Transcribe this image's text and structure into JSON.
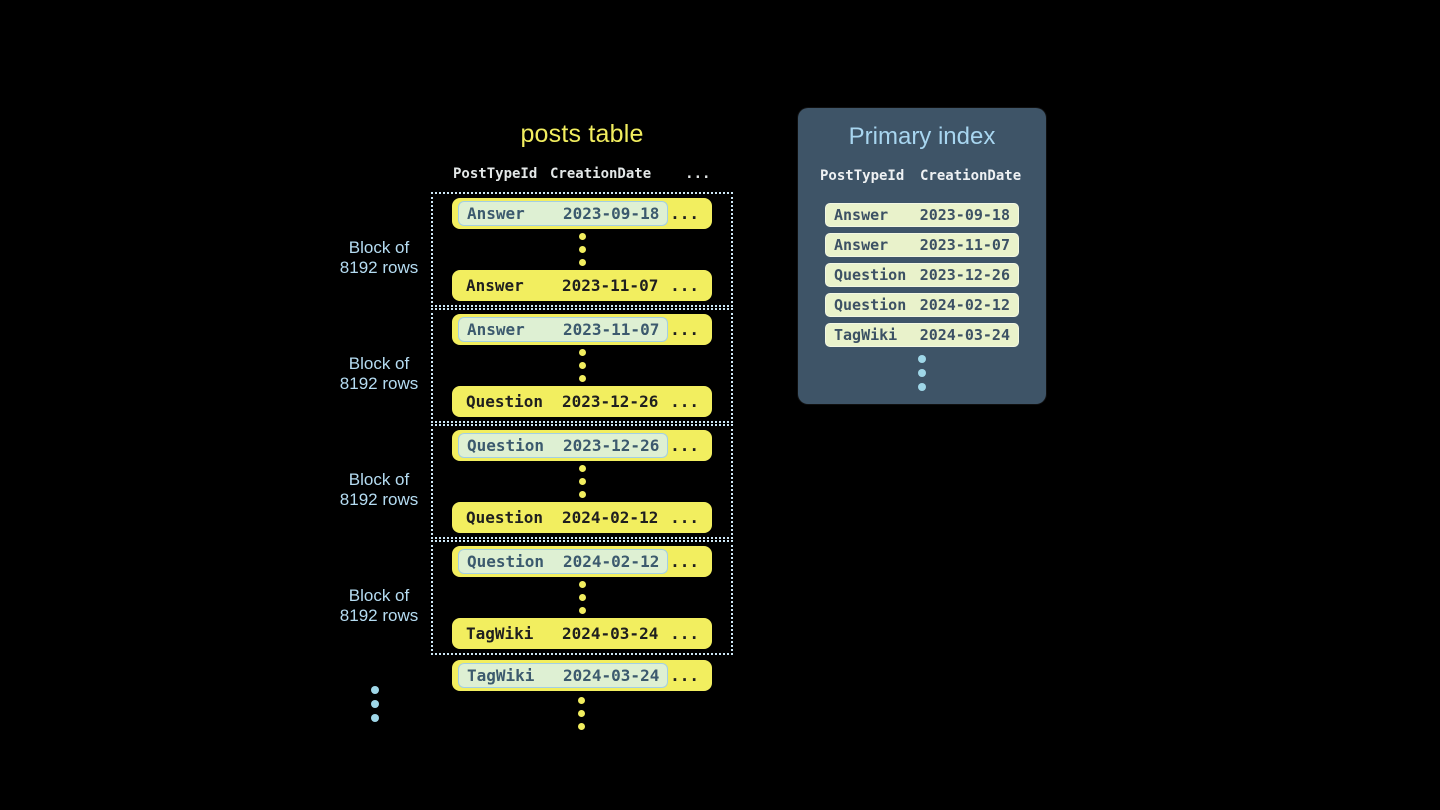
{
  "colors": {
    "background": "#000000",
    "row_yellow": "#f2ee5f",
    "highlight_green": "#def0d3",
    "highlight_border_blue": "#a3cfe4",
    "dotted_block_border": "#cde7f5",
    "label_blue": "#b5dcf2",
    "panel_slate": "#3e5467",
    "panel_title_blue": "#a8d6f0",
    "index_row_green": "#e9f2cb",
    "row_text_dark": "#1f1f1f",
    "index_text_slate": "#3c5164",
    "dots_light_blue": "#9fd7e8"
  },
  "posts_table": {
    "title": "posts table",
    "columns": [
      "PostTypeId",
      "CreationDate",
      "..."
    ],
    "ellipsis": "...",
    "blocks": [
      {
        "label": {
          "line1": "Block of",
          "line2": "8192 rows"
        },
        "first_row": {
          "post_type": "Answer",
          "creation_date": "2023-09-18"
        },
        "last_row": {
          "post_type": "Answer",
          "creation_date": "2023-11-07"
        }
      },
      {
        "label": {
          "line1": "Block of",
          "line2": "8192 rows"
        },
        "first_row": {
          "post_type": "Answer",
          "creation_date": "2023-11-07"
        },
        "last_row": {
          "post_type": "Question",
          "creation_date": "2023-12-26"
        }
      },
      {
        "label": {
          "line1": "Block of",
          "line2": "8192 rows"
        },
        "first_row": {
          "post_type": "Question",
          "creation_date": "2023-12-26"
        },
        "last_row": {
          "post_type": "Question",
          "creation_date": "2024-02-12"
        }
      },
      {
        "label": {
          "line1": "Block of",
          "line2": "8192 rows"
        },
        "first_row": {
          "post_type": "Question",
          "creation_date": "2024-02-12"
        },
        "last_row": {
          "post_type": "TagWiki",
          "creation_date": "2024-03-24"
        }
      }
    ],
    "overflow_row": {
      "post_type": "TagWiki",
      "creation_date": "2024-03-24"
    }
  },
  "primary_index": {
    "title": "Primary index",
    "columns": [
      "PostTypeId",
      "CreationDate"
    ],
    "rows": [
      {
        "post_type": "Answer",
        "creation_date": "2023-09-18"
      },
      {
        "post_type": "Answer",
        "creation_date": "2023-11-07"
      },
      {
        "post_type": "Question",
        "creation_date": "2023-12-26"
      },
      {
        "post_type": "Question",
        "creation_date": "2024-02-12"
      },
      {
        "post_type": "TagWiki",
        "creation_date": "2024-03-24"
      }
    ]
  }
}
